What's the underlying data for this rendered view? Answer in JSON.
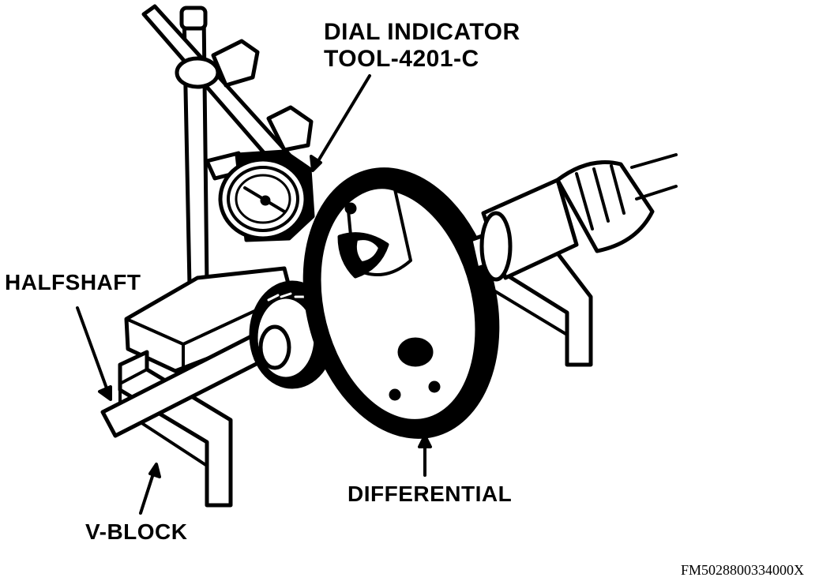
{
  "labels": {
    "dial_indicator": "DIAL INDICATOR",
    "tool_number": "TOOL-4201-C",
    "halfshaft": "HALFSHAFT",
    "v_block": "V-BLOCK",
    "differential": "DIFFERENTIAL"
  },
  "figure_code": "FM5028800334000X",
  "colors": {
    "ink": "#000000",
    "paper": "#ffffff"
  }
}
